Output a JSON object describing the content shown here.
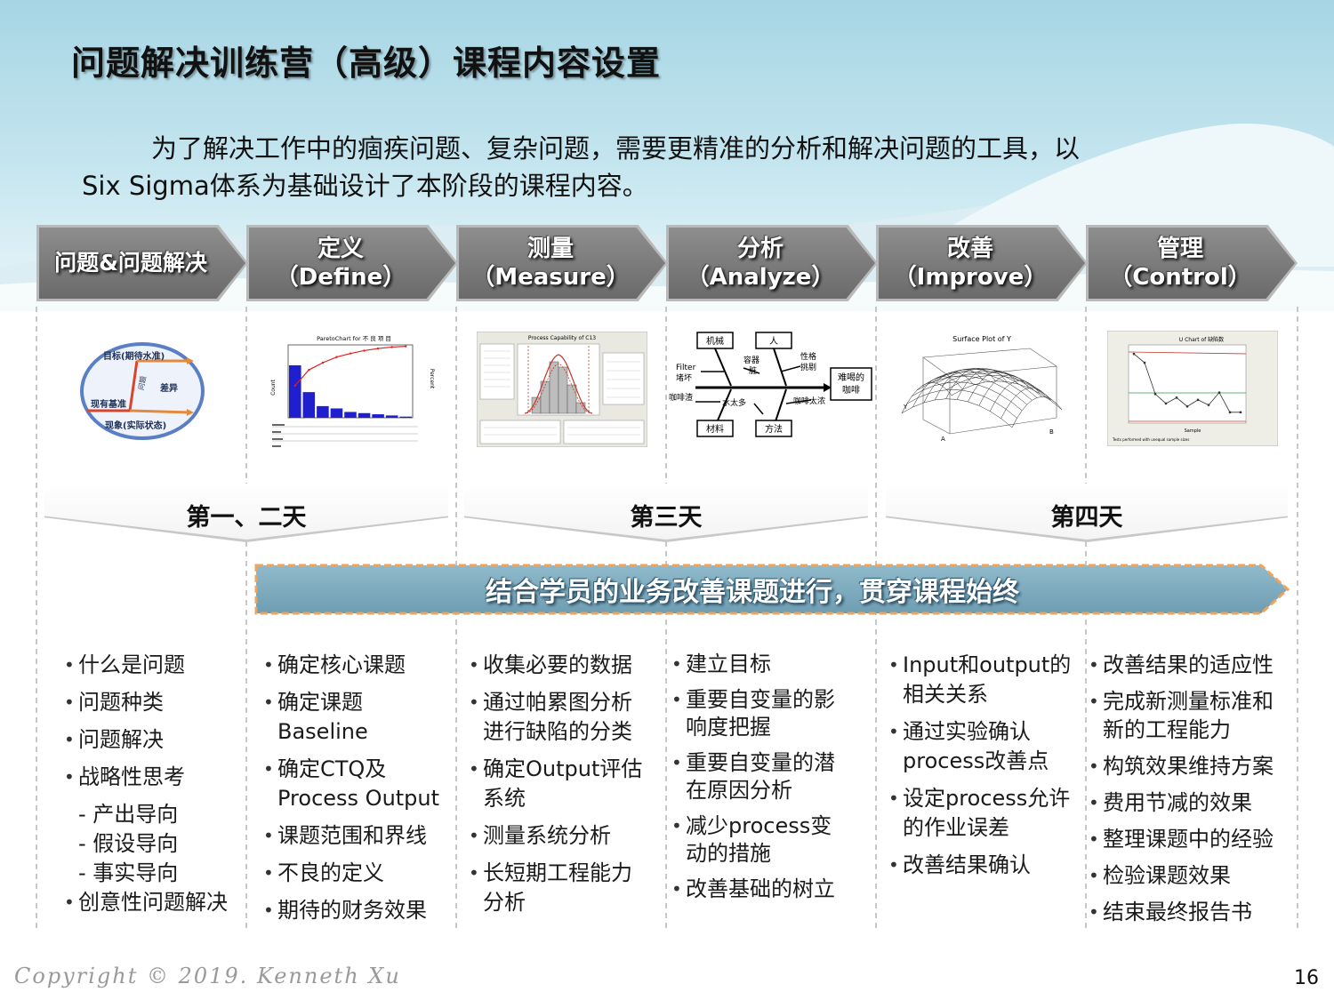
{
  "title": "问题解决训练营（高级）课程内容设置",
  "intro": {
    "line1": "为了解决工作中的痼疾问题、复杂问题，需要更精准的分析和解决问题的工具，以",
    "line2": "Six Sigma体系为基础设计了本阶段的课程内容。"
  },
  "phases": [
    {
      "cn": "问题&问题解决",
      "en": ""
    },
    {
      "cn": "定义",
      "en": "（Define）"
    },
    {
      "cn": "测量",
      "en": "（Measure）"
    },
    {
      "cn": "分析",
      "en": "（Analyze）"
    },
    {
      "cn": "改善",
      "en": "（Improve）"
    },
    {
      "cn": "管理",
      "en": "（Control）"
    }
  ],
  "figures": {
    "gap": {
      "target": "目标(期待水准)",
      "gap": "差异",
      "baseline": "现有基准",
      "current": "现象(实际状态)",
      "problem": "问题"
    },
    "pareto": {
      "title": "ParetoChart for 不 良 项 目",
      "ylabel": "Count",
      "ylabel2": "Percent",
      "values": [
        0.45,
        0.22,
        0.1,
        0.08,
        0.05,
        0.04,
        0.03,
        0.02,
        0.01
      ]
    },
    "capability": {
      "title": "Process Capability of C13"
    },
    "fishbone": {
      "machine": "机械",
      "person": "人",
      "filter": "Filter",
      "dirty": "堵坏",
      "container": "容器",
      "container2": "脏",
      "character": "性格",
      "picky": "挑剔",
      "effect": "难喝的咖啡",
      "beans": "咖啡渣",
      "water": "水太多",
      "toothick": "咖啡太浓",
      "material": "材料",
      "method": "方法"
    },
    "surface": {
      "title": "Surface Plot of Y",
      "xlabel": "A",
      "ylabel": "B",
      "zlabel": "Y"
    },
    "ucontrol": {
      "title": "U Chart of 缺陷数",
      "xlabel": "Sample",
      "note": "Tests performed with unequal sample sizes",
      "values": [
        0.9,
        0.78,
        0.35,
        0.22,
        0.3,
        0.18,
        0.27,
        0.2,
        0.37,
        0.1,
        0.1
      ]
    }
  },
  "days": [
    "第一、二天",
    "第三天",
    "第四天"
  ],
  "banner": "结合学员的业务改善课题进行，贯穿课程始终",
  "columns": [
    [
      {
        "t": "什么是问题"
      },
      {
        "t": "问题种类"
      },
      {
        "t": "问题解决"
      },
      {
        "t": "战略性思考",
        "subs": [
          "- 产出导向",
          "- 假设导向",
          "- 事实导向"
        ]
      },
      {
        "t": "创意性问题解决"
      }
    ],
    [
      {
        "t": "确定核心课题"
      },
      {
        "t": "确定课题 Baseline"
      },
      {
        "t": "确定CTQ及 Process Output"
      },
      {
        "t": "课题范围和界线"
      },
      {
        "t": "不良的定义"
      },
      {
        "t": "期待的财务效果"
      }
    ],
    [
      {
        "t": "收集必要的数据"
      },
      {
        "t": "通过帕累图分析进行缺陷的分类"
      },
      {
        "t": "确定Output评估系统"
      },
      {
        "t": "测量系统分析"
      },
      {
        "t": "长短期工程能力分析"
      }
    ],
    [
      {
        "t": "建立目标"
      },
      {
        "t": "重要自变量的影响度把握"
      },
      {
        "t": "重要自变量的潜在原因分析"
      },
      {
        "t": "减少process变动的措施"
      },
      {
        "t": "改善基础的树立"
      }
    ],
    [
      {
        "t": "Input和output的相关关系"
      },
      {
        "t": "通过实验确认process改善点"
      },
      {
        "t": "设定process允许的作业误差"
      },
      {
        "t": "改善结果确认"
      }
    ],
    [
      {
        "t": "改善结果的适应性"
      },
      {
        "t": "完成新测量标准和新的工程能力"
      },
      {
        "t": "构筑效果维持方案"
      },
      {
        "t": "费用节减的效果"
      },
      {
        "t": "整理课题中的经验"
      },
      {
        "t": "检验课题效果"
      },
      {
        "t": "结束最终报告书"
      }
    ]
  ],
  "footer": {
    "copyright": "Copyright © 2019. Kenneth Xu",
    "page": "16"
  }
}
